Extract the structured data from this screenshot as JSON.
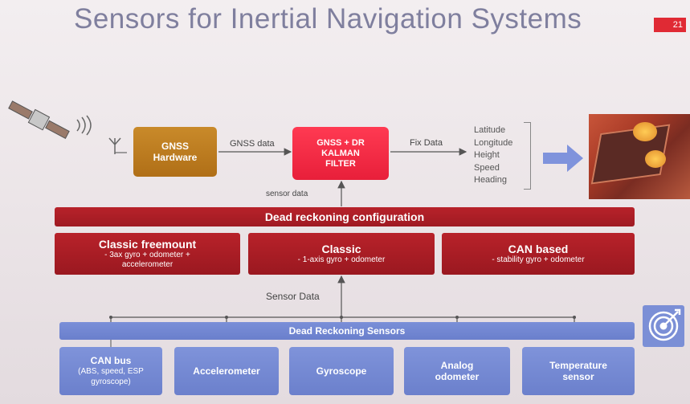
{
  "slide": {
    "title": "Sensors for Inertial Navigation Systems",
    "page_number": "21"
  },
  "top_flow": {
    "gnss_hardware": {
      "line1": "GNSS",
      "line2": "Hardware"
    },
    "gnss_data_label": "GNSS data",
    "kalman": {
      "line1": "GNSS + DR",
      "line2": "KALMAN",
      "line3": "FILTER"
    },
    "fix_data_label": "Fix Data",
    "sensor_data_label": "sensor data",
    "fix_outputs": [
      "Latitude",
      "Longitude",
      "Height",
      "Speed",
      "Heading"
    ]
  },
  "dr_config": {
    "title": "Dead reckoning configuration",
    "types": [
      {
        "title": "Classic freemount",
        "sub1": "- 3ax gyro + odometer +",
        "sub2": "accelerometer"
      },
      {
        "title": "Classic",
        "sub1": "- 1-axis gyro + odometer",
        "sub2": ""
      },
      {
        "title": "CAN based",
        "sub1": "- stability gyro + odometer",
        "sub2": ""
      }
    ]
  },
  "sensor_data_label": "Sensor Data",
  "sensors": {
    "title": "Dead Reckoning Sensors",
    "items": [
      {
        "line1": "CAN bus",
        "sub1": "(ABS, speed, ESP",
        "sub2": "gyroscope)"
      },
      {
        "line1": "Accelerometer",
        "line2": ""
      },
      {
        "line1": "Gyroscope",
        "line2": ""
      },
      {
        "line1": "Analog",
        "line2": "odometer"
      },
      {
        "line1": "Temperature",
        "line2": "sensor"
      }
    ]
  },
  "colors": {
    "gnss_hardware": "#b87a20",
    "kalman": "#f02a44",
    "dr_red": "#a81c24",
    "sensor_blue": "#7388d2",
    "title": "#7f7f9e"
  },
  "icons": [
    "satellite-icon",
    "signal-waves-icon",
    "antenna-icon",
    "arrow-right-icon",
    "target-icon"
  ]
}
